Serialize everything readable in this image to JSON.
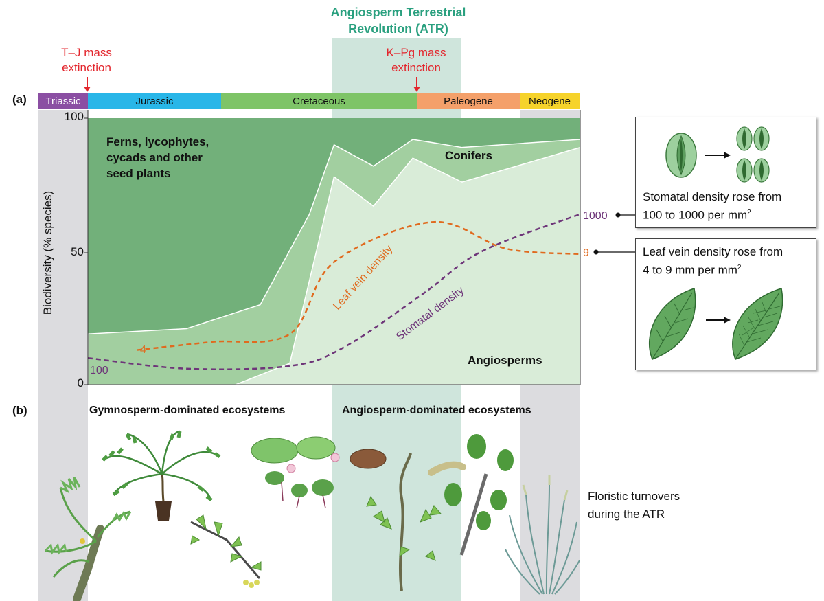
{
  "header": {
    "atr_title_line1": "Angiosperm Terrestrial",
    "atr_title_line2": "Revolution (ATR)",
    "tj_line1": "T–J mass",
    "tj_line2": "extinction",
    "kpg_line1": "K–Pg mass",
    "kpg_line2": "extinction"
  },
  "panel_labels": {
    "a": "(a)",
    "b": "(b)"
  },
  "periods": [
    {
      "name": "Triassic",
      "color": "#8b4fa3"
    },
    {
      "name": "Jurassic",
      "color": "#29b6e8"
    },
    {
      "name": "Cretaceous",
      "color": "#7ec467"
    },
    {
      "name": "Paleogene",
      "color": "#f4a06a"
    },
    {
      "name": "Neogene",
      "color": "#f6d32b"
    }
  ],
  "colors": {
    "ferns": "#72b07a",
    "conifers": "#a2cfa0",
    "angiosperms": "#d9ecd8",
    "leaf_vein": "#e06a1e",
    "stomatal": "#6e3579",
    "atr_green": "#2aa07f",
    "extinction_red": "#e3262d"
  },
  "chart_data": {
    "type": "area",
    "ylabel": "Biodiversity (% species)",
    "ylim": [
      0,
      100
    ],
    "yticks": [
      "100",
      "50",
      "0"
    ],
    "region_labels": {
      "ferns_1": "Ferns, lycophytes,",
      "ferns_2": "cycads and other",
      "ferns_3": "seed plants",
      "conifers": "Conifers",
      "angiosperms": "Angiosperms"
    },
    "conifer_upper_boundary": [
      [
        0,
        19
      ],
      [
        20,
        21
      ],
      [
        35,
        30
      ],
      [
        45,
        64
      ],
      [
        50,
        90
      ],
      [
        58,
        82
      ],
      [
        66,
        92
      ],
      [
        76,
        89
      ],
      [
        100,
        92
      ]
    ],
    "angiosperm_upper_boundary": [
      [
        30,
        0
      ],
      [
        41,
        8
      ],
      [
        50,
        78
      ],
      [
        58,
        67
      ],
      [
        66,
        85
      ],
      [
        76,
        76
      ],
      [
        100,
        89
      ]
    ],
    "series": [
      {
        "name": "Leaf vein density",
        "start_label": "4",
        "end_label": "9",
        "points": [
          [
            10,
            13
          ],
          [
            25,
            16
          ],
          [
            41,
            19
          ],
          [
            50,
            46
          ],
          [
            70,
            61
          ],
          [
            85,
            51
          ],
          [
            100,
            49
          ]
        ]
      },
      {
        "name": "Stomatal density",
        "start_label": "100",
        "end_label": "1000",
        "points": [
          [
            0,
            10
          ],
          [
            20,
            6
          ],
          [
            41,
            7
          ],
          [
            52,
            14
          ],
          [
            68,
            34
          ],
          [
            80,
            50
          ],
          [
            100,
            64
          ]
        ]
      }
    ]
  },
  "boxes": {
    "stomatal_line1": "Stomatal density rose from",
    "stomatal_line2": "100 to 1000 per mm",
    "leaf_line1": "Leaf vein density rose from",
    "leaf_line2": "4 to 9 mm per mm",
    "superscript": "2"
  },
  "panel_b": {
    "gymnosperm_label": "Gymnosperm-dominated ecosystems",
    "angiosperm_label": "Angiosperm-dominated ecosystems",
    "floristic_line1": "Floristic turnovers",
    "floristic_line2": "during the ATR"
  }
}
